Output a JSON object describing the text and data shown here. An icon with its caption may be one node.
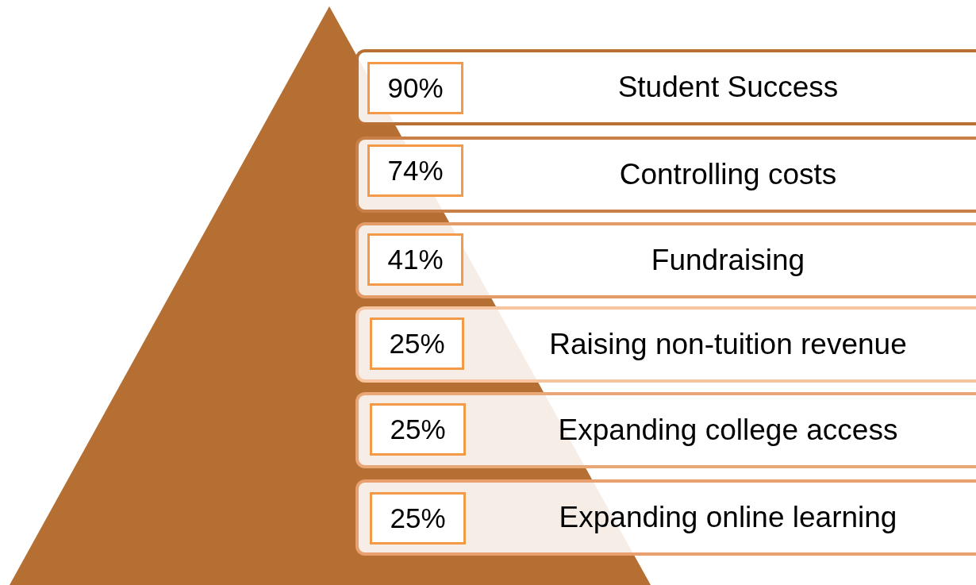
{
  "diagram": {
    "nodes": [
      {
        "text": [
          "Student Success"
        ]
      },
      {
        "text": [
          "90%"
        ],
        "in": 0
      },
      {
        "text": [
          "Controlling costs"
        ]
      },
      {
        "text": [
          "74%"
        ],
        "in": 2
      },
      {
        "text": [
          "Fundraising"
        ]
      },
      {
        "text": [
          "41%"
        ],
        "in": 4
      },
      {
        "text": [
          "Raising non-tuition revenue"
        ]
      },
      {
        "text": [
          "25%"
        ],
        "in": 6
      },
      {
        "text": [
          "Expanding college access"
        ]
      },
      {
        "text": [
          "25%"
        ],
        "in": 8
      },
      {
        "text": [
          "Expanding online learning"
        ]
      },
      {
        "text": [
          "25%"
        ],
        "in": 10
      }
    ]
  }
}
